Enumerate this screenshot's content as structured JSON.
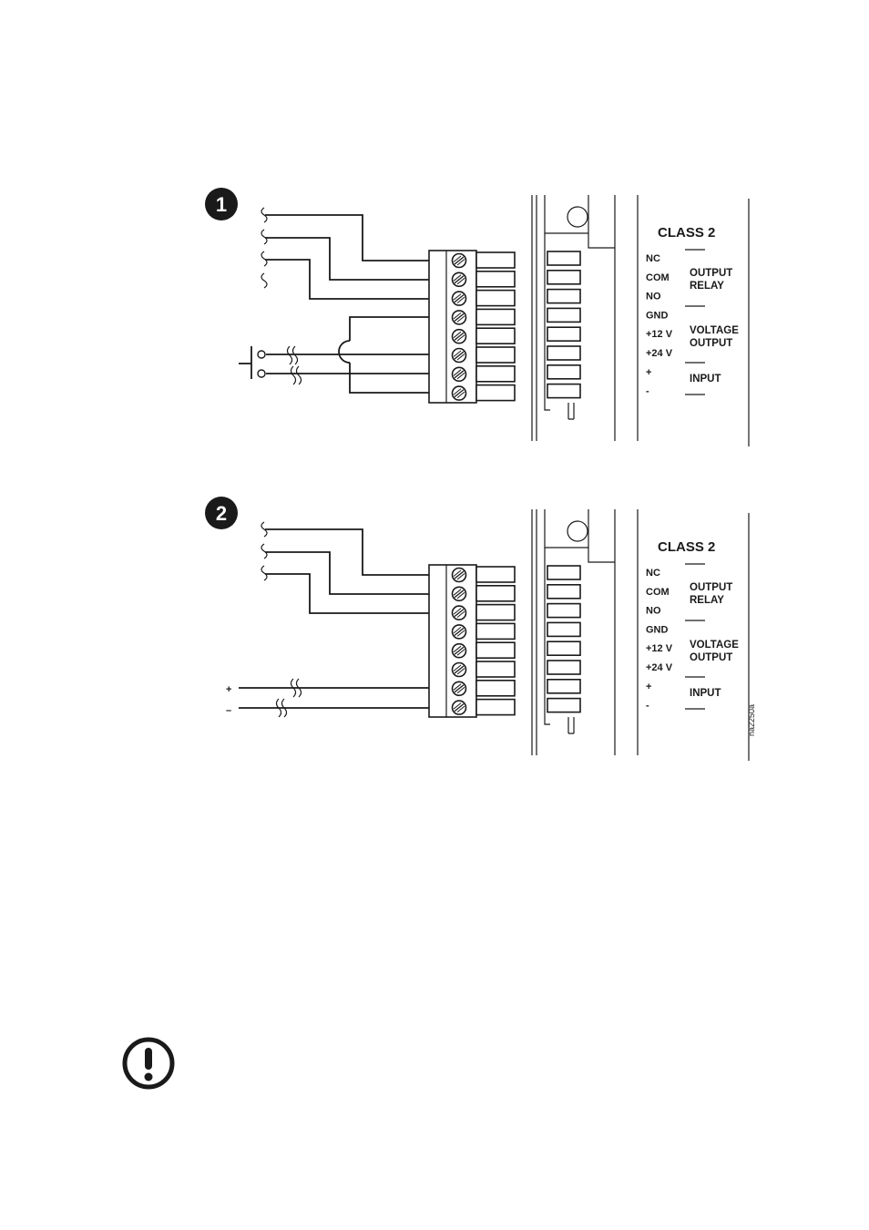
{
  "diagrams": [
    {
      "badge": "1",
      "panel": {
        "title": "CLASS 2",
        "pins": [
          "NC",
          "COM",
          "NO",
          "GND",
          "+12 V",
          "+24 V",
          "+",
          "-"
        ],
        "groups": [
          {
            "lines": [
              "OUTPUT",
              "RELAY"
            ]
          },
          {
            "lines": [
              "VOLTAGE",
              "OUTPUT"
            ]
          },
          {
            "lines": [
              "INPUT"
            ]
          }
        ]
      }
    },
    {
      "badge": "2",
      "panel": {
        "title": "CLASS 2",
        "pins": [
          "NC",
          "COM",
          "NO",
          "GND",
          "+12 V",
          "+24 V",
          "+",
          "-"
        ],
        "groups": [
          {
            "lines": [
              "OUTPUT",
              "RELAY"
            ]
          },
          {
            "lines": [
              "VOLTAGE",
              "OUTPUT"
            ]
          },
          {
            "lines": [
              "INPUT"
            ]
          }
        ]
      },
      "input_wire_labels": [
        "+",
        "–"
      ]
    }
  ],
  "figure_id": "na2250a",
  "icons": {
    "notice": "exclamation-circle-icon"
  }
}
